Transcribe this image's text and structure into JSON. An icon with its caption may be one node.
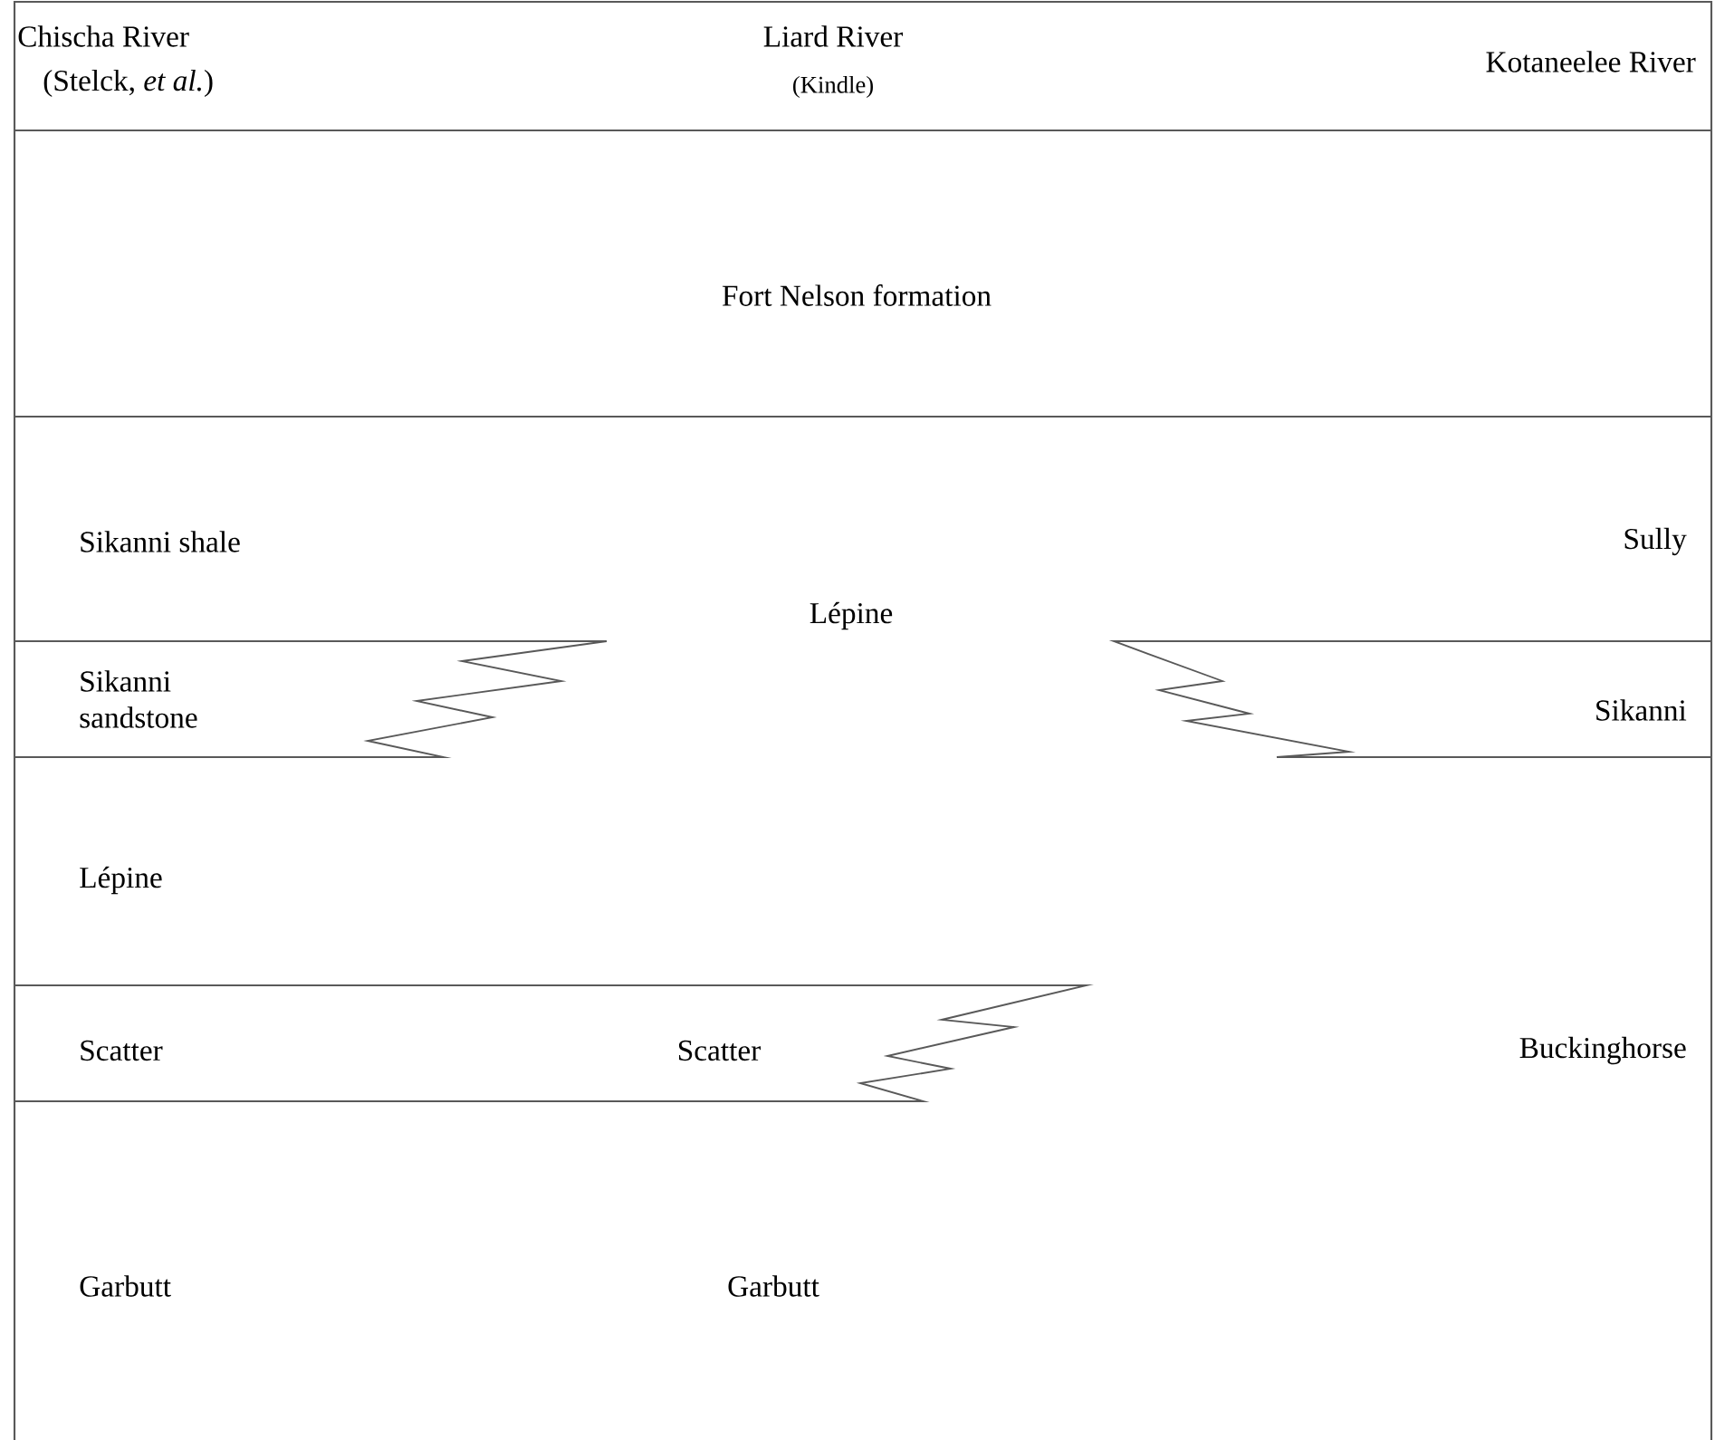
{
  "diagram": {
    "labels": [
      "Chischa River",
      "Liard River",
      "Kotaneelee River",
      "(Stelck, *et al.*)",
      "(Kindle)",
      "Fort Nelson formation",
      "Sikanni shale",
      "Sully",
      "Lépine",
      "Sikanni sandstone",
      "Sikanni",
      "Lépine",
      "Scatter",
      "Scatter",
      "Buckinghorse",
      "Garbutt",
      "Garbutt"
    ]
  }
}
